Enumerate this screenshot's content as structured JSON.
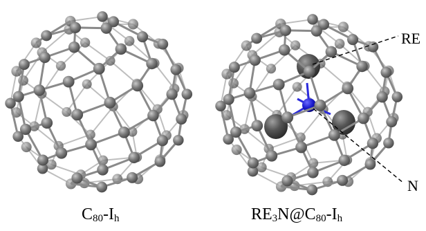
{
  "molecules": [
    {
      "name": "C80-Ih",
      "caption": {
        "base": "C",
        "sub1": "80",
        "mid": "-I",
        "sub2": "h"
      },
      "has_cluster": false
    },
    {
      "name": "RE3N@C80-Ih",
      "caption": {
        "pre": "RE",
        "sub0": "3",
        "base": "N@C",
        "sub1": "80",
        "mid": "-I",
        "sub2": "h"
      },
      "has_cluster": true
    }
  ],
  "callouts": {
    "re_label": "RE",
    "n_label": "N"
  },
  "colors": {
    "carbon_atom": "#6e6e6e",
    "carbon_highlight": "#b4b4b4",
    "bond": "#8a8a8a",
    "rare_earth_atom": "#555555",
    "nitrogen_atom": "#1a1acc",
    "nitrogen_bond": "#2a2adc",
    "callout_line": "#000000"
  }
}
